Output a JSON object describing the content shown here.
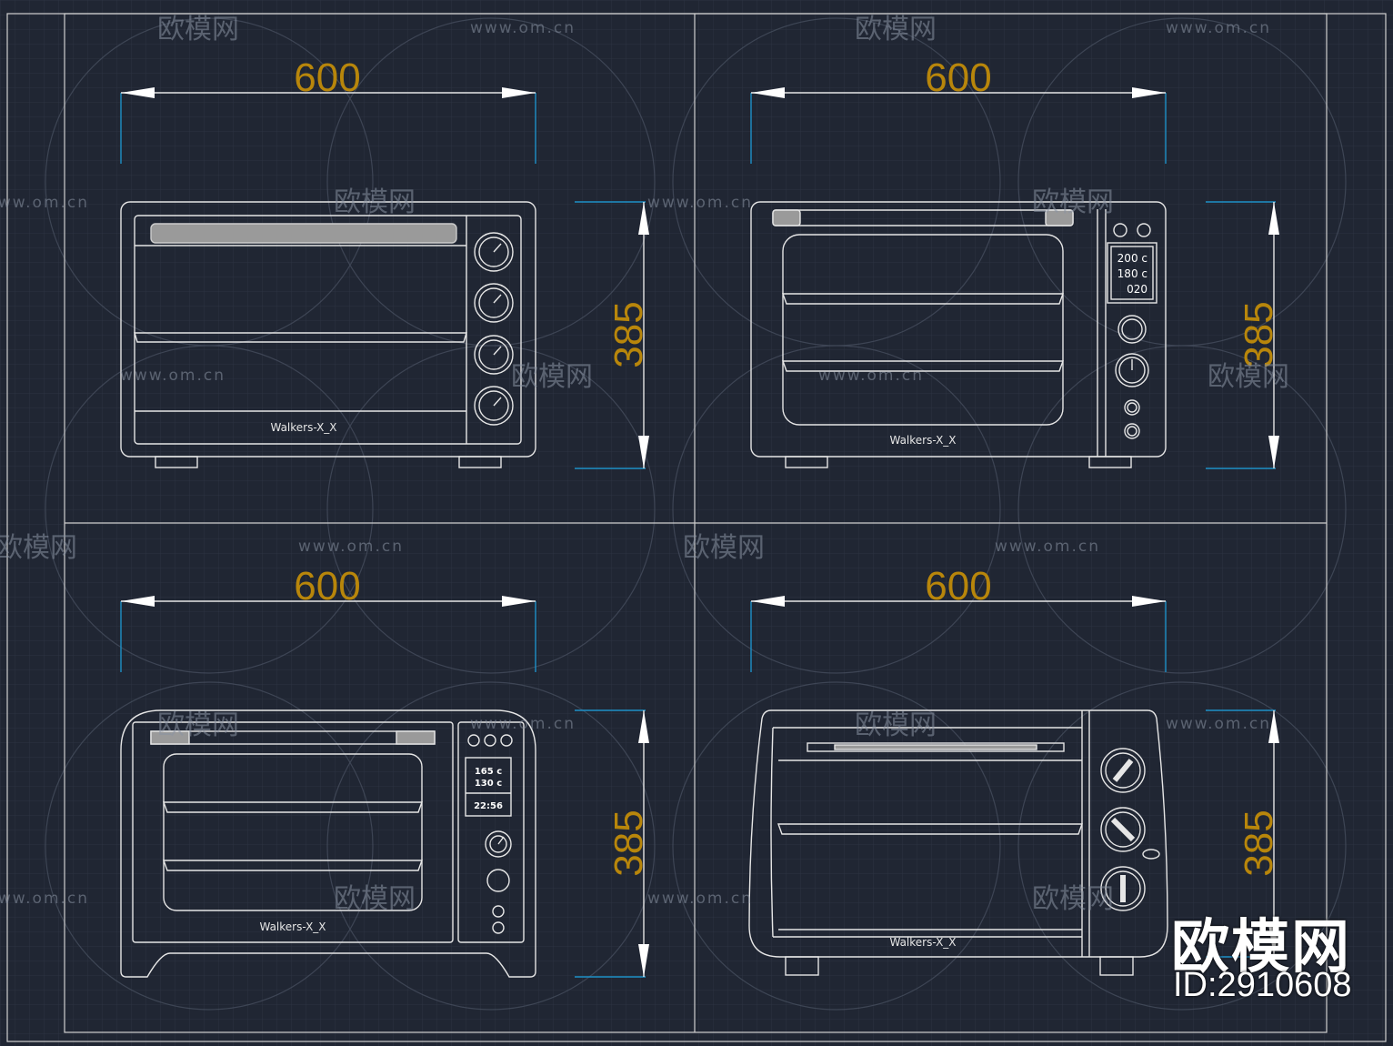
{
  "panels": [
    {
      "width_label": "600",
      "height_label": "385",
      "brand": "Walkers-X_X"
    },
    {
      "width_label": "600",
      "height_label": "385",
      "brand": "Walkers-X_X",
      "display": [
        "200 c",
        "180 c",
        "020"
      ]
    },
    {
      "width_label": "600",
      "height_label": "385",
      "brand": "Walkers-X_X",
      "display": [
        "165 c",
        "130 c",
        "22:56"
      ]
    },
    {
      "width_label": "600",
      "height_label": "385",
      "brand": "Walkers-X_X"
    }
  ],
  "watermark": {
    "url_text": "www.om.cn",
    "logo_text": "欧模网"
  },
  "badge": {
    "logo": "欧模网",
    "id": "ID:2910608"
  },
  "colors": {
    "background": "#202633",
    "grid": "#2c3341",
    "line": "#e6e6e6",
    "dimension": "#b8860b",
    "extension": "#1e90c8"
  }
}
